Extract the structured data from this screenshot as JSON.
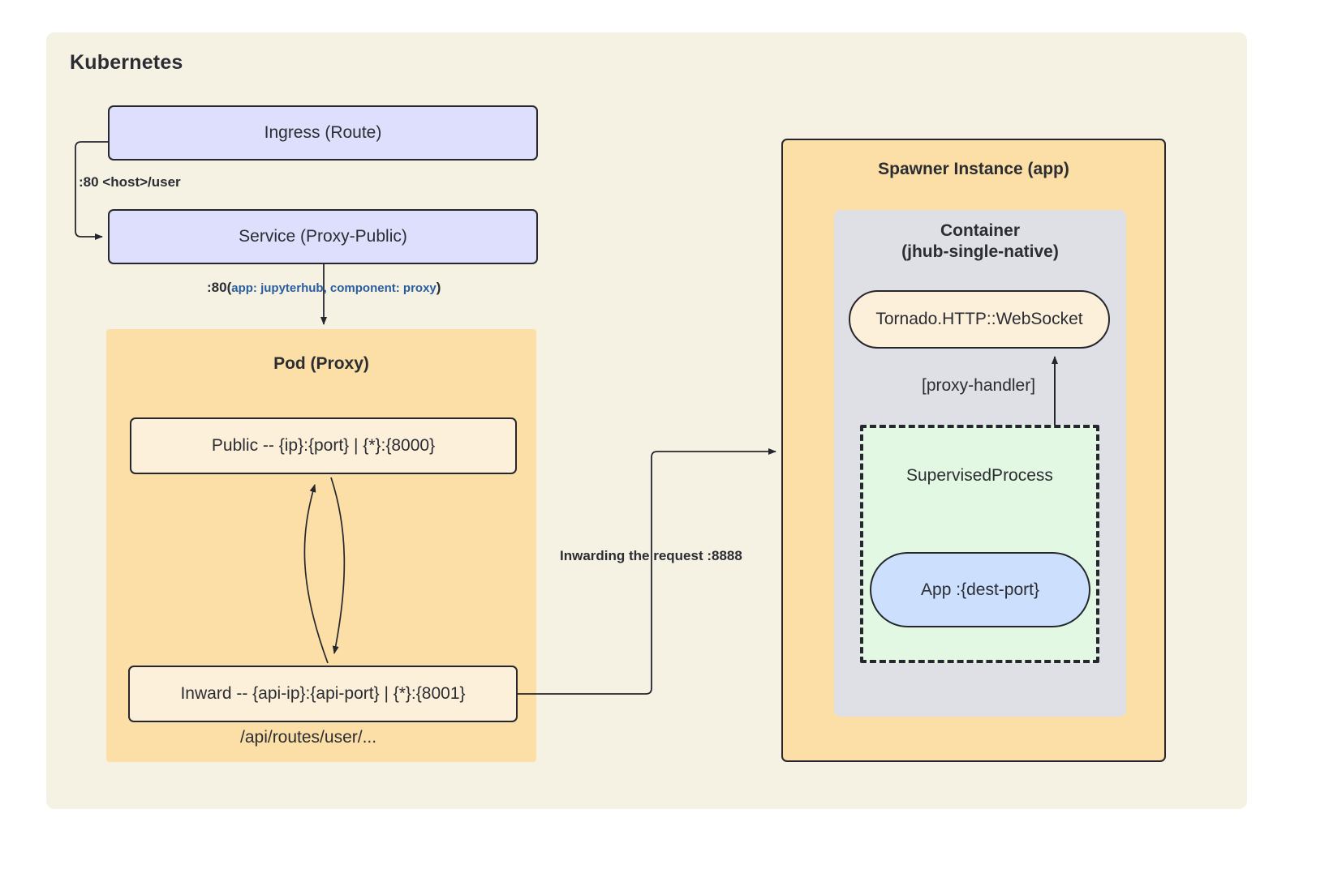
{
  "diagram": {
    "title": "Kubernetes",
    "background_color": "#f5f2e3",
    "cluster": {
      "label": "Kubernetes"
    },
    "nodes": {
      "ingress": {
        "label": "Ingress (Route)",
        "color": "#dedffd"
      },
      "service": {
        "label": "Service (Proxy-Public)",
        "color": "#dedffd"
      },
      "pod_proxy": {
        "label": "Pod (Proxy)",
        "color": "#fcdfa6"
      },
      "public_listener": {
        "label": "Public -- {ip}:{port} | {*}:{8000}",
        "color": "#fdf0da"
      },
      "inward_listener": {
        "label": "Inward -- {api-ip}:{api-port} | {*}:{8001}",
        "color": "#fdf0da"
      },
      "api_routes": {
        "label": "/api/routes/user/..."
      },
      "spawner": {
        "label": "Spawner Instance (app)",
        "color": "#fcdfa6"
      },
      "container": {
        "label_line1": "Container",
        "label_line2": "(jhub-single-native)",
        "color": "#dee0e5"
      },
      "tornado": {
        "label": "Tornado.HTTP::WebSocket",
        "color": "#fdf0da"
      },
      "supervised_process": {
        "label": "SupervisedProcess",
        "color": "#e2f8e2"
      },
      "app": {
        "label": "App :{dest-port}",
        "color": "#cce0fd"
      }
    },
    "edges": {
      "ingress_to_service": {
        "label_bold": ":80 <host>/user"
      },
      "service_to_pod": {
        "label_bold": ":80",
        "label_open_paren": "(",
        "label_sub": "app: jupyterhub, component: proxy",
        "label_close_paren": ")"
      },
      "inward_to_spawner": {
        "label_bold": "Inwarding the request :8888"
      },
      "process_to_tornado": {
        "label": "[proxy-handler]"
      }
    }
  }
}
